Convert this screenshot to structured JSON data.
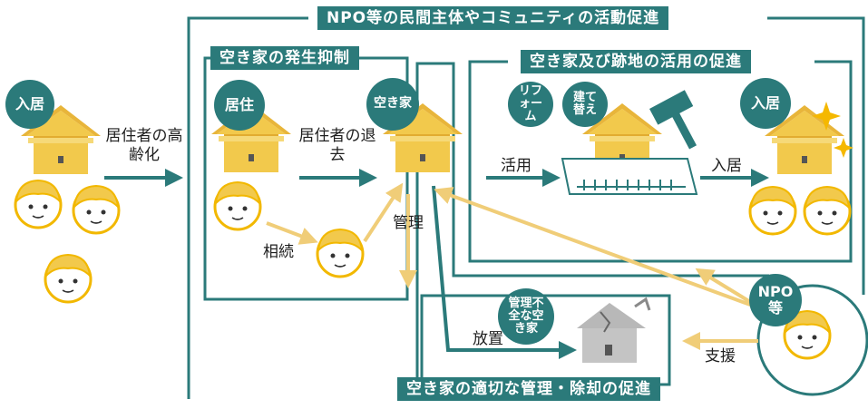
{
  "colors": {
    "teal": "#2b7a7a",
    "house": "#f2c94c",
    "house_dark": "#d9a92c",
    "arrow_light": "#f0cd78",
    "sparkle": "#f5b800"
  },
  "headers": {
    "npo": "NPO等の民間主体やコミュニティの活動促進",
    "suppress": "空き家の発生抑制",
    "utilize": "空き家及び跡地の活用の促進",
    "manage": "空き家の適切な管理・除却の促進"
  },
  "badges": {
    "nyukyo_left": "入居",
    "kyoju": "居住",
    "akiya": "空き家",
    "reform": "リフォーム",
    "tatekae": "建て替え",
    "nyukyo_right": "入居",
    "fuzen": "管理不全な空き家",
    "npo": "NPO等"
  },
  "labels": {
    "aging": "居住者の高齢化",
    "leave": "居住者の退去",
    "inherit": "相続",
    "manage": "管理",
    "use": "活用",
    "movein": "入居",
    "neglect": "放置",
    "support": "支援"
  },
  "icons": [
    "house-icon",
    "person-icon",
    "hammer-icon",
    "sparkle-icon",
    "land-plot-icon",
    "dilapidated-house-icon"
  ]
}
